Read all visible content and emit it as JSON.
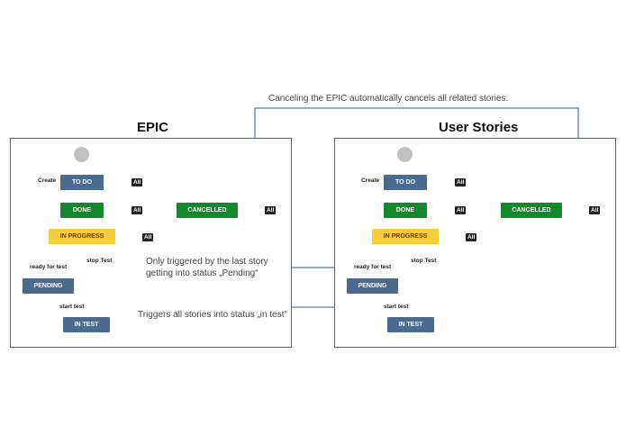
{
  "top_note": "Canceling the EPIC automatically cancels all related stories.",
  "epic": {
    "title": "EPIC",
    "states": {
      "todo": "TO DO",
      "done": "DONE",
      "cancelled": "CANCELLED",
      "in_progress": "IN PROGRESS",
      "pending": "PENDING",
      "in_test": "IN TEST"
    },
    "transitions": {
      "create": "Create",
      "ready_for_test": "ready for test",
      "start_test": "start test",
      "stop_test": "stop Test"
    },
    "all_label": "All"
  },
  "stories": {
    "title": "User Stories",
    "states": {
      "todo": "TO DO",
      "done": "DONE",
      "cancelled": "CANCELLED",
      "in_progress": "IN PROGRESS",
      "pending": "PENDING",
      "in_test": "IN TEST"
    },
    "transitions": {
      "create": "Create",
      "ready_for_test": "ready for test",
      "start_test": "start test",
      "stop_test": "stop Test"
    },
    "all_label": "All"
  },
  "notes": {
    "pending_line1": "Only triggered by the last story",
    "pending_line2": "getting into status „Pending“",
    "in_test": "Triggers all stories into status „in test“"
  },
  "colors": {
    "frame": "#3f6a96",
    "todo": "#4b6a8f",
    "done": "#14892c",
    "in_progress": "#f6cd3c",
    "connector": "#2f5a9c"
  }
}
